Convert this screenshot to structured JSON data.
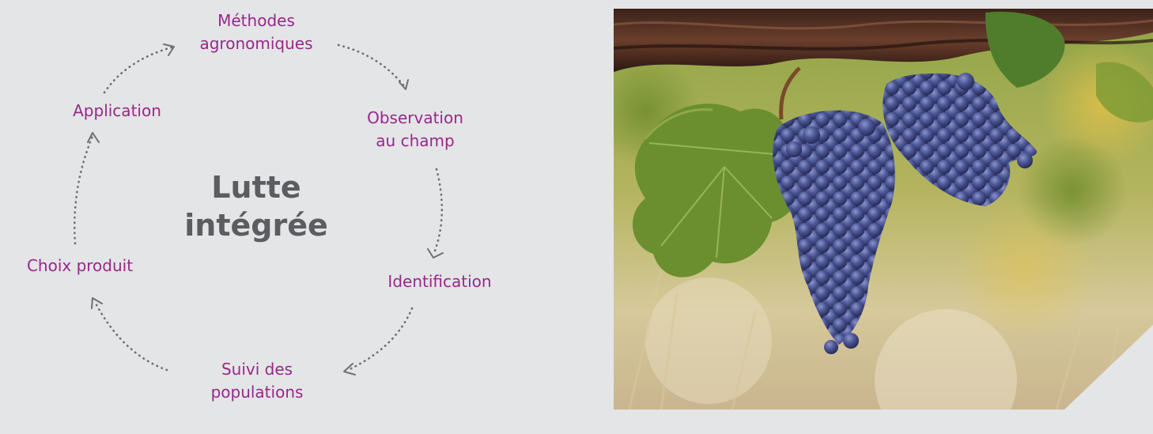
{
  "diagram": {
    "center_title": [
      "Lutte",
      "intégrée"
    ],
    "steps": [
      {
        "lines": [
          "Méthodes",
          "agronomiques"
        ]
      },
      {
        "lines": [
          "Observation",
          "au champ"
        ]
      },
      {
        "lines": [
          "Identification"
        ]
      },
      {
        "lines": [
          "Suivi des",
          "populations"
        ]
      },
      {
        "lines": [
          "Choix produit"
        ]
      },
      {
        "lines": [
          "Application"
        ]
      }
    ],
    "colors": {
      "step_text": "#97288a",
      "title_text": "#5b5d61",
      "arrow": "#6e7074",
      "background": "#e4e5e6"
    }
  },
  "photo": {
    "subject": "grape-bunches-on-vine"
  }
}
